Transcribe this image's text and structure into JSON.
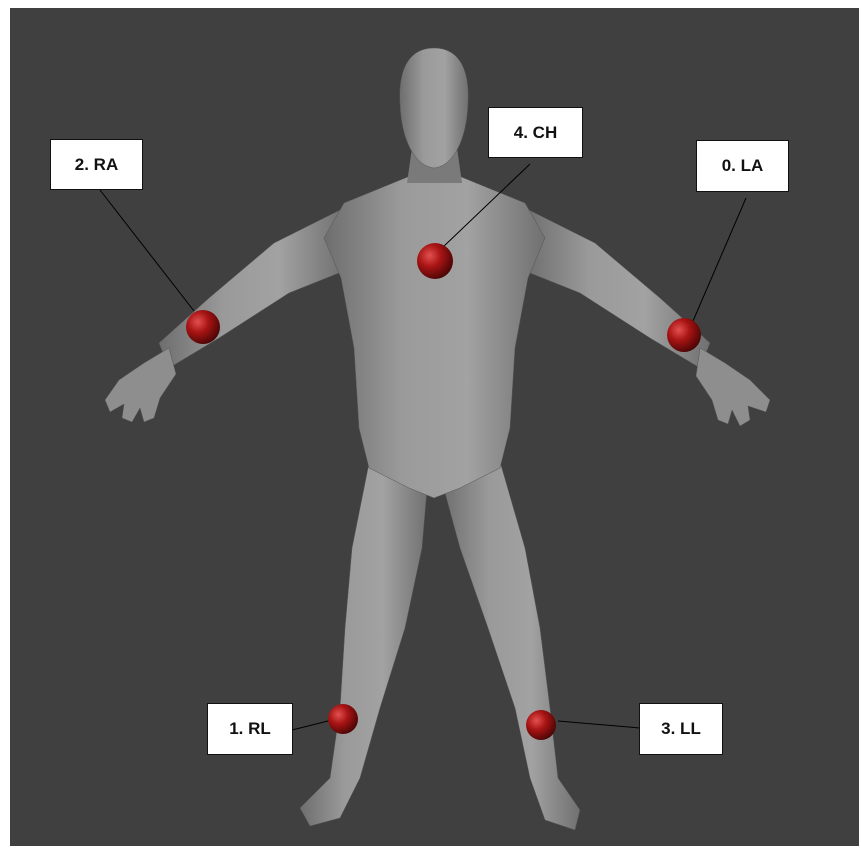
{
  "labels": {
    "la": "0. LA",
    "rl": "1. RL",
    "ra": "2. RA",
    "ll": "3. LL",
    "ch": "4. CH"
  },
  "colors": {
    "background": "#404040",
    "body": "#8a8a8a",
    "electrode": "#b01818",
    "label_bg": "#ffffff"
  }
}
